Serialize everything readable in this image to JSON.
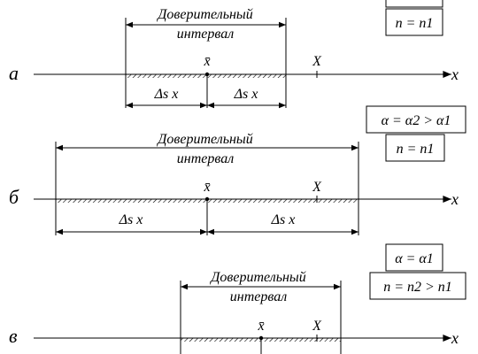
{
  "figure": {
    "rows": [
      {
        "letter": "а",
        "interval_label_line1": "Доверительный",
        "interval_label_line2": "интервал",
        "mean_label": "x̄",
        "true_label": "X",
        "axis_label": "x",
        "delta_left": "Δs x",
        "delta_right": "Δs x",
        "box_line1": "",
        "box_line2": "n = n1"
      },
      {
        "letter": "б",
        "interval_label_line1": "Доверительный",
        "interval_label_line2": "интервал",
        "mean_label": "x̄",
        "true_label": "X",
        "axis_label": "x",
        "delta_left": "Δs x",
        "delta_right": "Δs x",
        "box_line1": "α = α2 > α1",
        "box_line2": "n = n1"
      },
      {
        "letter": "в",
        "interval_label_line1": "Доверительный",
        "interval_label_line2": "интервал",
        "mean_label": "x̄",
        "true_label": "X",
        "axis_label": "x",
        "delta_left": "",
        "delta_right": "",
        "box_line1": "α = α1",
        "box_line2": "n = n2 > n1"
      }
    ]
  }
}
